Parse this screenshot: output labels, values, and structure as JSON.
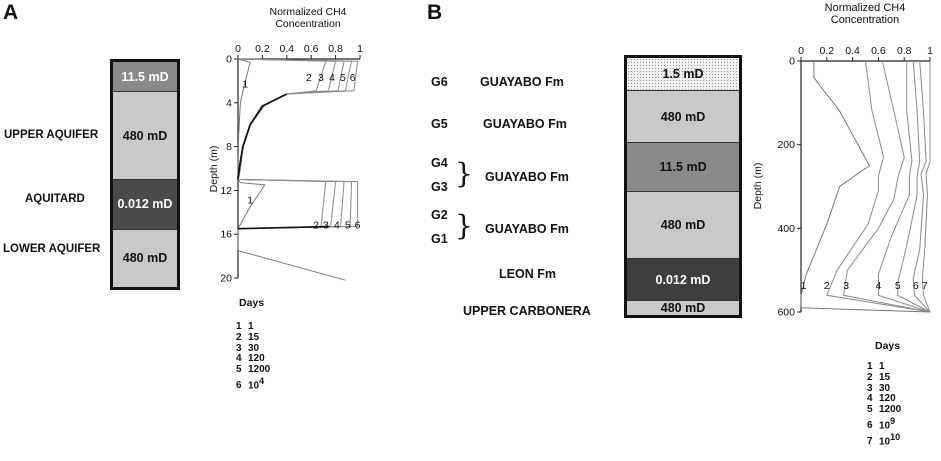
{
  "panels": [
    {
      "letter": "A",
      "column": {
        "left_labels": [
          {
            "key": "upper",
            "text": "UPPER AQUIFER"
          },
          {
            "key": "aquitard",
            "text": "AQUITARD"
          },
          {
            "key": "lower",
            "text": "LOWER AQUIFER"
          }
        ],
        "layers": [
          {
            "label": "11.5 mD",
            "color": "#8a8a8a",
            "text_color": "#ffffff",
            "rows": 1
          },
          {
            "label": "480 mD",
            "color": "#c9c9c9",
            "text_color": "#111111",
            "rows": 3
          },
          {
            "label": "0.012 mD",
            "color": "#4a4a4a",
            "text_color": "#ffffff",
            "rows": 1.7
          },
          {
            "label": "480 mD",
            "color": "#c9c9c9",
            "text_color": "#111111",
            "rows": 2
          }
        ]
      },
      "legend": {
        "title": "Days",
        "entries": [
          {
            "n": "1",
            "base": "1",
            "sup": ""
          },
          {
            "n": "2",
            "base": "15",
            "sup": ""
          },
          {
            "n": "3",
            "base": "30",
            "sup": ""
          },
          {
            "n": "4",
            "base": "120",
            "sup": ""
          },
          {
            "n": "5",
            "base": "1200",
            "sup": ""
          },
          {
            "n": "6",
            "base": "10",
            "sup": "4"
          }
        ]
      }
    },
    {
      "letter": "B",
      "column": {
        "left_labels": [
          {
            "key": "g6",
            "g": [
              "G6"
            ],
            "fm": "GUAYABO Fm",
            "brace": false
          },
          {
            "key": "g5",
            "g": [
              "G5"
            ],
            "fm": "GUAYABO Fm",
            "brace": false
          },
          {
            "key": "g43",
            "g": [
              "G4",
              "G3"
            ],
            "fm": "GUAYABO Fm",
            "brace": true
          },
          {
            "key": "g21",
            "g": [
              "G2",
              "G1"
            ],
            "fm": "GUAYABO Fm",
            "brace": true
          },
          {
            "key": "leon",
            "g": [],
            "fm": "LEON Fm",
            "brace": false
          },
          {
            "key": "uc",
            "g": [],
            "fm": "UPPER CARBONERA",
            "brace": false
          }
        ],
        "layers": [
          {
            "label": "1.5 mD",
            "color": "dotted",
            "text_color": "#111111",
            "rows": 1
          },
          {
            "label": "480 mD",
            "color": "#c9c9c9",
            "text_color": "#111111",
            "rows": 1.6
          },
          {
            "label": "11.5 mD",
            "color": "#8a8a8a",
            "text_color": "#111111",
            "rows": 1.5
          },
          {
            "label": "480 mD",
            "color": "#c9c9c9",
            "text_color": "#111111",
            "rows": 2.1
          },
          {
            "label": "0.012 mD",
            "color": "#3e3e3e",
            "text_color": "#ffffff",
            "rows": 1.3
          },
          {
            "label": "480 mD",
            "color": "#c9c9c9",
            "text_color": "#111111",
            "rows": 0.45
          }
        ]
      },
      "legend": {
        "title": "Days",
        "entries": [
          {
            "n": "1",
            "base": "1",
            "sup": ""
          },
          {
            "n": "2",
            "base": "15",
            "sup": ""
          },
          {
            "n": "3",
            "base": "30",
            "sup": ""
          },
          {
            "n": "4",
            "base": "120",
            "sup": ""
          },
          {
            "n": "5",
            "base": "1200",
            "sup": ""
          },
          {
            "n": "6",
            "base": "10",
            "sup": "9"
          },
          {
            "n": "7",
            "base": "10",
            "sup": "10"
          }
        ]
      }
    }
  ],
  "chart_data": [
    {
      "type": "line",
      "title": "Normalized CH4 Concentration",
      "xlabel": "Normalized CH4 Concentration",
      "ylabel": "Depth (m)",
      "xlim": [
        0,
        1
      ],
      "ylim": [
        0,
        20
      ],
      "y_inverted": true,
      "x_ticks": [
        "0",
        "0.2",
        "0.4",
        "0.6",
        "0.8",
        "1"
      ],
      "y_ticks": [
        "0",
        "4",
        "8",
        "12",
        "16",
        "20"
      ],
      "grid": false,
      "series": [
        {
          "name": "1",
          "points": [
            [
              0.0,
              0
            ],
            [
              0.1,
              0.3
            ],
            [
              0.05,
              2.5
            ],
            [
              0.02,
              4
            ],
            [
              0.005,
              7
            ],
            [
              0.0,
              10
            ],
            [
              0.0,
              11
            ],
            [
              0.02,
              11.3
            ],
            [
              0.22,
              11.5
            ],
            [
              0.1,
              13.5
            ],
            [
              0.0,
              15.5
            ],
            [
              0.0,
              17.5
            ],
            [
              0.88,
              20.2
            ]
          ]
        },
        {
          "name": "2",
          "points": [
            [
              0.0,
              0
            ],
            [
              0.72,
              0.2
            ],
            [
              0.64,
              2.9
            ],
            [
              0.4,
              3.2
            ],
            [
              0.22,
              4.2
            ],
            [
              0.1,
              6
            ],
            [
              0.04,
              8
            ],
            [
              0.02,
              10
            ],
            [
              0.0,
              11
            ],
            [
              0.72,
              11.2
            ],
            [
              0.68,
              15.3
            ],
            [
              0.0,
              15.5
            ]
          ]
        },
        {
          "name": "3",
          "points": [
            [
              0.0,
              0
            ],
            [
              0.8,
              0.2
            ],
            [
              0.74,
              2.9
            ],
            [
              0.4,
              3.2
            ],
            [
              0.22,
              4.2
            ],
            [
              0.1,
              6
            ],
            [
              0.04,
              8
            ],
            [
              0.02,
              10
            ],
            [
              0.0,
              11
            ],
            [
              0.8,
              11.2
            ],
            [
              0.76,
              15.3
            ],
            [
              0.0,
              15.5
            ]
          ]
        },
        {
          "name": "4",
          "points": [
            [
              0.0,
              0
            ],
            [
              0.87,
              0.2
            ],
            [
              0.82,
              2.9
            ],
            [
              0.4,
              3.2
            ],
            [
              0.22,
              4.2
            ],
            [
              0.1,
              6
            ],
            [
              0.04,
              8
            ],
            [
              0.02,
              10
            ],
            [
              0.0,
              11
            ],
            [
              0.87,
              11.2
            ],
            [
              0.84,
              15.3
            ],
            [
              0.0,
              15.5
            ]
          ]
        },
        {
          "name": "5",
          "points": [
            [
              0.0,
              0
            ],
            [
              0.93,
              0.2
            ],
            [
              0.88,
              2.9
            ],
            [
              0.4,
              3.2
            ],
            [
              0.22,
              4.2
            ],
            [
              0.1,
              6
            ],
            [
              0.04,
              8
            ],
            [
              0.02,
              10
            ],
            [
              0.0,
              11
            ],
            [
              0.93,
              11.2
            ],
            [
              0.92,
              15.3
            ],
            [
              0.0,
              15.5
            ]
          ]
        },
        {
          "name": "6",
          "points": [
            [
              0.0,
              0
            ],
            [
              0.98,
              0.2
            ],
            [
              0.95,
              2.9
            ],
            [
              0.4,
              3.2
            ],
            [
              0.22,
              4.2
            ],
            [
              0.1,
              6
            ],
            [
              0.04,
              8
            ],
            [
              0.02,
              10
            ],
            [
              0.0,
              11
            ],
            [
              0.98,
              11.2
            ],
            [
              0.98,
              15.3
            ],
            [
              0.0,
              15.5
            ]
          ]
        }
      ],
      "curve_labels": [
        {
          "text": "1",
          "x": 0.06,
          "y": 2.6
        },
        {
          "text": "2",
          "x": 0.58,
          "y": 2.0
        },
        {
          "text": "3",
          "x": 0.68,
          "y": 2.0
        },
        {
          "text": "4",
          "x": 0.77,
          "y": 2.0
        },
        {
          "text": "5",
          "x": 0.86,
          "y": 2.0
        },
        {
          "text": "6",
          "x": 0.94,
          "y": 2.0
        },
        {
          "text": "1",
          "x": 0.1,
          "y": 13.2
        },
        {
          "text": "2",
          "x": 0.64,
          "y": 15.5
        },
        {
          "text": "3",
          "x": 0.72,
          "y": 15.5
        },
        {
          "text": "4",
          "x": 0.81,
          "y": 15.5
        },
        {
          "text": "5",
          "x": 0.9,
          "y": 15.5
        },
        {
          "text": "6",
          "x": 0.98,
          "y": 15.5
        }
      ]
    },
    {
      "type": "line",
      "title": "Normalized CH4 Concentration",
      "xlabel": "Normalized CH4 Concentration",
      "ylabel": "Depth (m)",
      "xlim": [
        0,
        1
      ],
      "ylim": [
        0,
        600
      ],
      "y_inverted": true,
      "x_ticks": [
        "0",
        "0.2",
        "0.4",
        "0.6",
        "0.8",
        "1"
      ],
      "y_ticks": [
        "0",
        "200",
        "400",
        "600"
      ],
      "grid": false,
      "series": [
        {
          "name": "1",
          "points": [
            [
              0.1,
              0
            ],
            [
              0.1,
              40
            ],
            [
              0.3,
              120
            ],
            [
              0.53,
              250
            ],
            [
              0.3,
              300
            ],
            [
              0.2,
              390
            ],
            [
              0.04,
              510
            ],
            [
              0.0,
              560
            ],
            [
              0.0,
              590
            ],
            [
              1.0,
              600
            ]
          ]
        },
        {
          "name": "2",
          "points": [
            [
              0.5,
              0
            ],
            [
              0.55,
              120
            ],
            [
              0.64,
              230
            ],
            [
              0.6,
              275
            ],
            [
              0.6,
              310
            ],
            [
              0.52,
              390
            ],
            [
              0.28,
              500
            ],
            [
              0.2,
              560
            ],
            [
              1.0,
              600
            ]
          ]
        },
        {
          "name": "3",
          "points": [
            [
              0.63,
              0
            ],
            [
              0.72,
              120
            ],
            [
              0.8,
              230
            ],
            [
              0.75,
              280
            ],
            [
              0.72,
              330
            ],
            [
              0.6,
              400
            ],
            [
              0.36,
              500
            ],
            [
              0.33,
              560
            ],
            [
              1.0,
              600
            ]
          ]
        },
        {
          "name": "4",
          "points": [
            [
              0.82,
              0
            ],
            [
              0.82,
              120
            ],
            [
              0.86,
              240
            ],
            [
              0.84,
              275
            ],
            [
              0.84,
              320
            ],
            [
              0.7,
              420
            ],
            [
              0.6,
              510
            ],
            [
              0.6,
              560
            ],
            [
              1.0,
              600
            ]
          ]
        },
        {
          "name": "5",
          "points": [
            [
              0.87,
              0
            ],
            [
              0.9,
              120
            ],
            [
              0.92,
              240
            ],
            [
              0.9,
              275
            ],
            [
              0.9,
              320
            ],
            [
              0.82,
              440
            ],
            [
              0.75,
              530
            ],
            [
              0.75,
              560
            ],
            [
              1.0,
              600
            ]
          ]
        },
        {
          "name": "6",
          "points": [
            [
              0.92,
              0
            ],
            [
              0.95,
              120
            ],
            [
              0.97,
              240
            ],
            [
              0.93,
              270
            ],
            [
              0.95,
              320
            ],
            [
              0.92,
              450
            ],
            [
              0.87,
              520
            ],
            [
              0.88,
              560
            ],
            [
              1.0,
              600
            ]
          ]
        },
        {
          "name": "7",
          "points": [
            [
              1.0,
              0
            ],
            [
              1.0,
              240
            ],
            [
              0.97,
              270
            ],
            [
              0.98,
              320
            ],
            [
              0.96,
              450
            ],
            [
              0.94,
              520
            ],
            [
              0.95,
              560
            ],
            [
              1.0,
              600
            ]
          ]
        }
      ],
      "curve_labels": [
        {
          "text": "1",
          "x": 0.02,
          "y": 545
        },
        {
          "text": "2",
          "x": 0.2,
          "y": 545
        },
        {
          "text": "3",
          "x": 0.35,
          "y": 545
        },
        {
          "text": "4",
          "x": 0.6,
          "y": 545
        },
        {
          "text": "5",
          "x": 0.75,
          "y": 545
        },
        {
          "text": "6",
          "x": 0.89,
          "y": 545
        },
        {
          "text": "7",
          "x": 0.96,
          "y": 545
        }
      ]
    }
  ]
}
